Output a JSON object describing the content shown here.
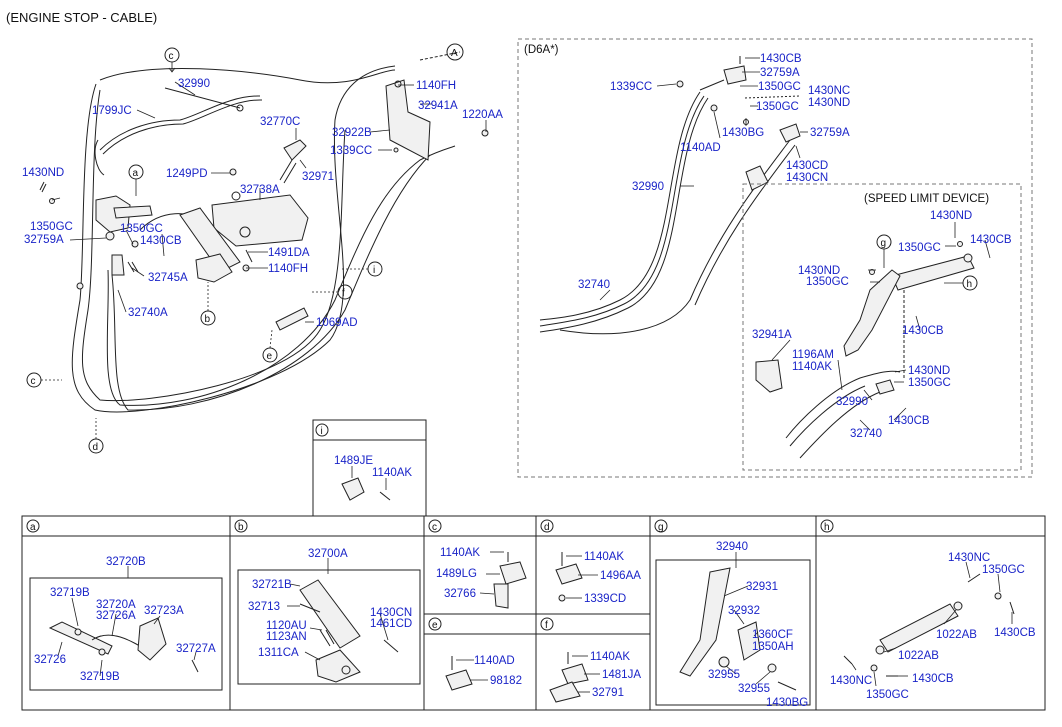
{
  "title": "(ENGINE STOP - CABLE)",
  "d6a_label": "(D6A*)",
  "speed_label": "(SPEED LIMIT DEVICE)",
  "main_parts": [
    "32990",
    "1799JC",
    "32770C",
    "32971",
    "1140FH",
    "32941A",
    "1220AA",
    "32922B",
    "1339CC",
    "1249PD",
    "32738A",
    "1430ND",
    "1350GC",
    "32759A",
    "1350GC",
    "1430CB",
    "32745A",
    "1491DA",
    "1140FH",
    "32740A",
    "1069AD"
  ],
  "d6a_parts": [
    "1430CB",
    "32759A",
    "1339CC",
    "1350GC",
    "1430NC",
    "1430ND",
    "1350GC",
    "1430BG",
    "1140AD",
    "32759A",
    "1430CD",
    "1430CN",
    "32990",
    "32740"
  ],
  "speed_parts": [
    "1430ND",
    "1350GC",
    "1430CB",
    "1430ND",
    "1350GC",
    "1430CB",
    "32941A",
    "1196AM",
    "1140AK",
    "1430ND",
    "1350GC",
    "32990",
    "1430CB",
    "32740"
  ],
  "inset_i": [
    "1489JE",
    "1140AK"
  ],
  "panel_a": [
    "32720B",
    "32719B",
    "32720A",
    "32726A",
    "32723A",
    "32727A",
    "32726",
    "32719B"
  ],
  "panel_b": [
    "32700A",
    "32721B",
    "32713",
    "1430CN",
    "1461CD",
    "1120AU",
    "1123AN",
    "1311CA"
  ],
  "panel_c": [
    "1140AK",
    "1489LG",
    "32766"
  ],
  "panel_d": [
    "1140AK",
    "1496AA",
    "1339CD"
  ],
  "panel_e": [
    "1140AD",
    "98182"
  ],
  "panel_f": [
    "1140AK",
    "1481JA",
    "32791"
  ],
  "panel_g": [
    "32940",
    "32931",
    "32932",
    "1360CF",
    "1350AH",
    "32955",
    "32955",
    "1430BG"
  ],
  "panel_h": [
    "1430NC",
    "1350GC",
    "1022AB",
    "1430CB",
    "1022AB",
    "1430NC",
    "1430CB",
    "1350GC"
  ],
  "callouts": [
    "a",
    "b",
    "c",
    "d",
    "e",
    "f",
    "g",
    "h",
    "i",
    "A"
  ]
}
